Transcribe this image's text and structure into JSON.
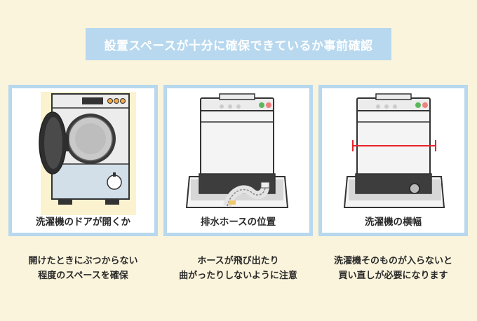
{
  "banner": {
    "title": "設置スペースが十分に確保できているか事前確認"
  },
  "cards": [
    {
      "label": "洗濯機のドアが開くか",
      "caption": [
        "開けたときにぶつからない",
        "程度のスペースを確保"
      ],
      "icon": "drum-washer-open-door-icon"
    },
    {
      "label": "排水ホースの位置",
      "caption": [
        "ホースが飛び出たり",
        "曲がったりしないように注意"
      ],
      "icon": "top-loader-drain-hose-icon"
    },
    {
      "label": "洗濯機の横幅",
      "caption": [
        "洗濯機そのものが入らないと",
        "買い直しが必要になります"
      ],
      "icon": "top-loader-width-measure-icon"
    }
  ],
  "colors": {
    "background": "#fbf4dc",
    "banner": "#b7d8ee",
    "frame": "#b7d8ee",
    "measure_line": "#e8232b"
  }
}
